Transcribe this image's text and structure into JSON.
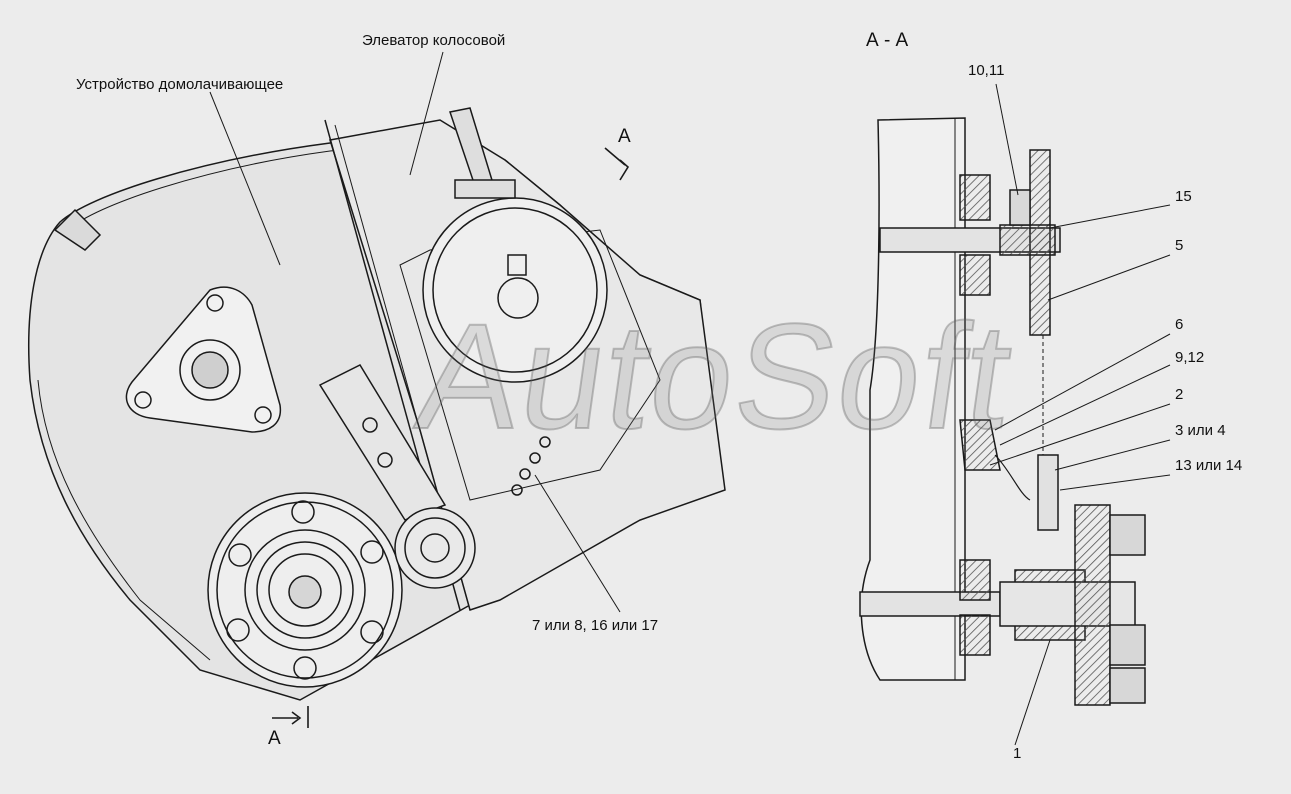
{
  "labels": {
    "ear_elevator": "Элеватор колосовой",
    "rethresher": "Устройство домолачивающее",
    "section_title": "А - А",
    "arrow_top": "А",
    "arrow_bottom": "А",
    "p_10_11": "10,11",
    "p_15": "15",
    "p_5": "5",
    "p_6": "6",
    "p_9_12": "9,12",
    "p_2": "2",
    "p_3_or_4": "3 или 4",
    "p_13_or_14": "13 или 14",
    "p_1": "1",
    "p_7_8_16_17": "7 или 8, 16 или 17"
  },
  "watermark": "AutoSoft",
  "colors": {
    "background": "#ececec",
    "line": "#1a1a1a",
    "fill_light": "#dcdcdc",
    "hatch": "#555555"
  }
}
